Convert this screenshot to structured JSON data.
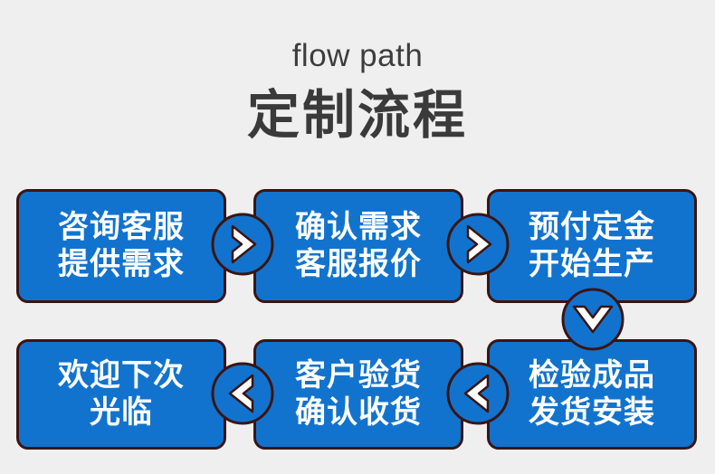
{
  "header": {
    "title_en": "flow path",
    "title_cn": "定制流程",
    "title_color": "#3a3a3a"
  },
  "theme": {
    "background": "#efefef",
    "node_fill": "#1273ce",
    "node_border": "#3b1512",
    "node_text": "#ffffff",
    "chevron_fill": "#ffffff"
  },
  "flow": {
    "rows": [
      {
        "nodes": [
          {
            "id": "step-1",
            "line1": "咨询客服",
            "line2": "提供需求"
          },
          {
            "id": "step-2",
            "line1": "确认需求",
            "line2": "客服报价"
          },
          {
            "id": "step-3",
            "line1": "预付定金",
            "line2": "开始生产"
          }
        ]
      },
      {
        "nodes": [
          {
            "id": "step-6",
            "line1": "欢迎下次",
            "line2": "光临"
          },
          {
            "id": "step-5",
            "line1": "客户验货",
            "line2": "确认收货"
          },
          {
            "id": "step-4",
            "line1": "检验成品",
            "line2": "发货安装"
          }
        ]
      }
    ],
    "connectors": [
      {
        "id": "connector-1",
        "icon": "chevron-right-circle-icon",
        "direction": "right"
      },
      {
        "id": "connector-2",
        "icon": "chevron-right-circle-icon",
        "direction": "right"
      },
      {
        "id": "connector-3",
        "icon": "chevron-left-circle-icon",
        "direction": "left"
      },
      {
        "id": "connector-4",
        "icon": "chevron-left-circle-icon",
        "direction": "left"
      },
      {
        "id": "connector-5",
        "icon": "chevron-down-circle-icon",
        "direction": "down"
      }
    ]
  }
}
